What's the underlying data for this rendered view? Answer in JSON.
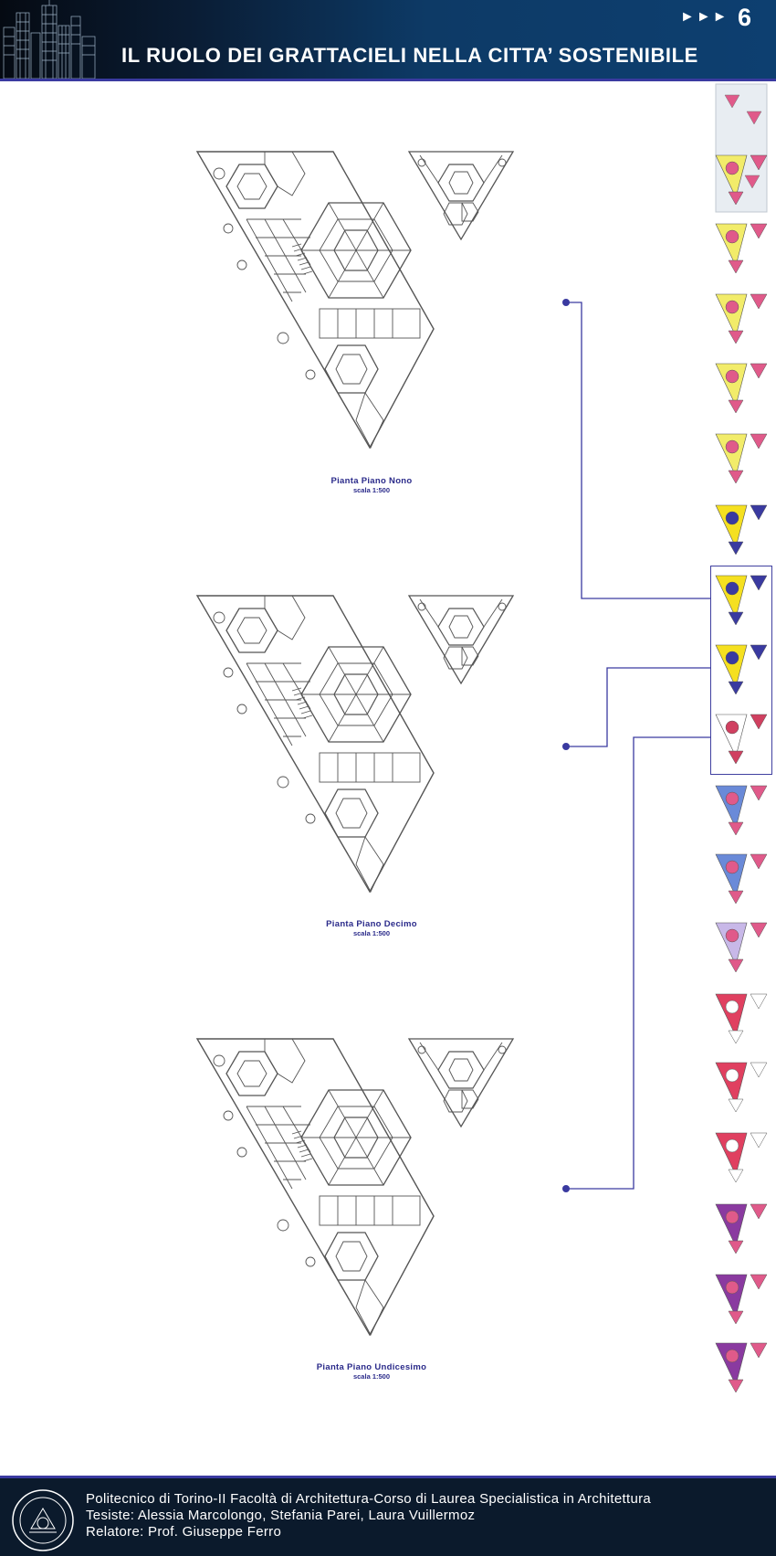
{
  "header": {
    "title": "IL RUOLO DEI GRATTACIELI NELLA CITTA’ SOSTENIBILE",
    "nav_arrows": "►►►",
    "page_number": "6"
  },
  "plans": [
    {
      "title": "Pianta Piano Nono",
      "scale": "scala 1:500"
    },
    {
      "title": "Pianta Piano Decimo",
      "scale": "scala 1:500"
    },
    {
      "title": "Pianta Piano Undicesimo",
      "scale": "scala 1:500"
    }
  ],
  "thumbnails": [
    {
      "name": "site-plan",
      "colors": [
        "#ffffff"
      ]
    },
    {
      "name": "floor-a",
      "colors": [
        "#f2ec6a",
        "#e05a8a"
      ]
    },
    {
      "name": "floor-b",
      "colors": [
        "#f2ec6a",
        "#e05a8a"
      ]
    },
    {
      "name": "floor-c",
      "colors": [
        "#f2ec6a",
        "#e05a8a"
      ]
    },
    {
      "name": "floor-d",
      "colors": [
        "#f2ec6a",
        "#e05a8a"
      ]
    },
    {
      "name": "floor-e",
      "colors": [
        "#f2ec6a",
        "#e05a8a"
      ]
    },
    {
      "name": "floor-9",
      "colors": [
        "#f5e020",
        "#3a3aa0"
      ]
    },
    {
      "name": "floor-10",
      "colors": [
        "#f5e020",
        "#3a3aa0"
      ]
    },
    {
      "name": "floor-11",
      "colors": [
        "#f5e020",
        "#3a3aa0"
      ]
    },
    {
      "name": "floor-f",
      "colors": [
        "#ffffff",
        "#d04060"
      ]
    },
    {
      "name": "floor-g",
      "colors": [
        "#6a8ad8",
        "#e05a8a"
      ]
    },
    {
      "name": "floor-h",
      "colors": [
        "#6a8ad8",
        "#e05a8a"
      ]
    },
    {
      "name": "floor-i",
      "colors": [
        "#c8b8e8",
        "#e05a8a"
      ]
    },
    {
      "name": "floor-j",
      "colors": [
        "#e04060",
        "#ffffff"
      ]
    },
    {
      "name": "floor-k",
      "colors": [
        "#e04060",
        "#ffffff"
      ]
    },
    {
      "name": "floor-l",
      "colors": [
        "#e04060",
        "#ffffff"
      ]
    },
    {
      "name": "floor-m",
      "colors": [
        "#8a3aa0",
        "#e05a8a"
      ]
    },
    {
      "name": "floor-n",
      "colors": [
        "#8a3aa0",
        "#e05a8a"
      ]
    },
    {
      "name": "floor-o",
      "colors": [
        "#8a3aa0",
        "#e05a8a"
      ]
    }
  ],
  "footer": {
    "line1": "Politecnico di Torino-II Facoltà di Architettura-Corso di Laurea Specialistica in Architettura",
    "line2": "Tesiste: Alessia Marcolongo, Stefania Parei, Laura Vuillermoz",
    "line3": "Relatore: Prof. Giuseppe Ferro"
  },
  "colors": {
    "accent": "#3a3aa0",
    "header_dark": "#050a12",
    "header_blue": "#0d3f70",
    "footer_bg": "#0b1a2c"
  }
}
